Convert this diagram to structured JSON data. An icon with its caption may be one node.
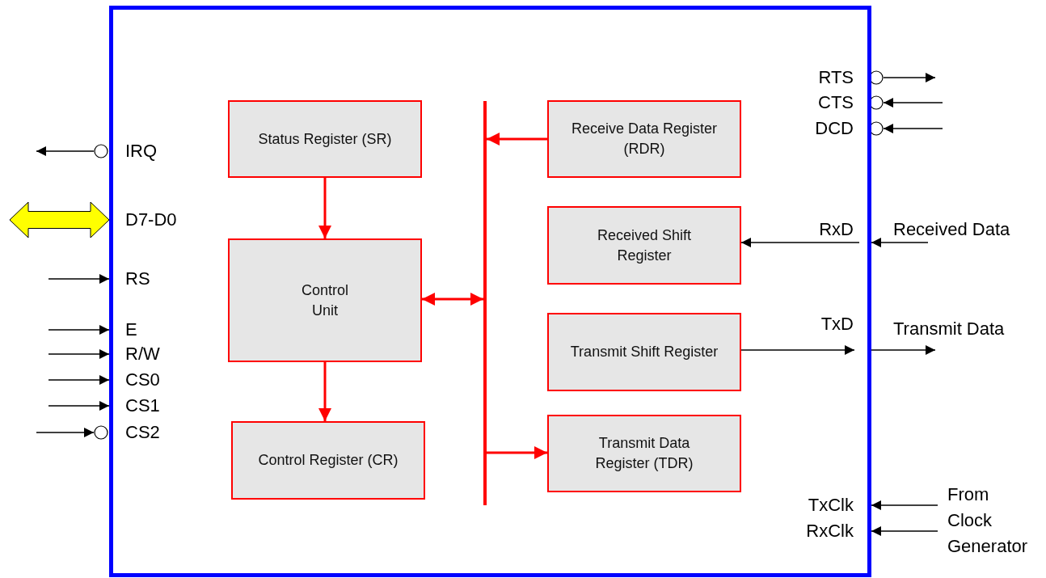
{
  "diagram": {
    "nodes": [
      {
        "text": [],
        "shape": "box"
      },
      {
        "text": [
          "Status Register (SR)"
        ],
        "in": 0
      },
      {
        "text": [
          "Control Unit"
        ],
        "in": 0
      },
      {
        "text": [
          "Control Register (CR)"
        ],
        "in": 0
      },
      {
        "text": [],
        "shape": "bar",
        "in": 0
      },
      {
        "text": [
          "Receive Data Register (RDR)"
        ],
        "in": 0
      },
      {
        "text": [
          "Received Shift Register"
        ],
        "in": 0
      },
      {
        "text": [
          "Transmit Shift Register"
        ],
        "in": 0
      },
      {
        "text": [
          "Transmit Data Register (TDR)"
        ],
        "in": 0
      },
      {
        "text": [
          "IRQ"
        ],
        "in": 0
      },
      {
        "text": [
          "D7-D0"
        ],
        "in": 0
      },
      {
        "text": [
          "RS"
        ],
        "in": 0
      },
      {
        "text": [
          "E"
        ],
        "in": 0
      },
      {
        "text": [
          "R/W"
        ],
        "in": 0
      },
      {
        "text": [
          "CS0"
        ],
        "in": 0
      },
      {
        "text": [
          "CS1"
        ],
        "in": 0
      },
      {
        "text": [
          "CS2"
        ],
        "in": 0
      },
      {
        "text": [
          "RTS"
        ],
        "in": 0
      },
      {
        "text": [
          "CTS"
        ],
        "in": 0
      },
      {
        "text": [
          "DCD"
        ],
        "in": 0
      },
      {
        "text": [
          "RxD"
        ],
        "in": 0
      },
      {
        "text": [
          "TxD"
        ],
        "in": 0
      },
      {
        "text": [
          "TxClk"
        ],
        "in": 0
      },
      {
        "text": [
          "RxClk"
        ],
        "in": 0
      },
      {
        "text": [
          "Received Data"
        ]
      },
      {
        "text": [
          "Transmit Data"
        ]
      },
      {
        "text": [
          "From Clock Generator"
        ]
      }
    ],
    "edges": [
      {
        "from": 5,
        "to": 4,
        "arrow": "to",
        "color": "#ff0000"
      },
      {
        "from": 1,
        "to": 2,
        "arrow": "to",
        "color": "#ff0000"
      },
      {
        "from": 2,
        "to": 3,
        "arrow": "to",
        "color": "#ff0000"
      },
      {
        "from": 2,
        "to": 4,
        "arrow": "both",
        "color": "#ff0000"
      },
      {
        "from": 4,
        "to": 8,
        "arrow": "to",
        "color": "#ff0000"
      },
      {
        "from": 9,
        "to": null,
        "arrow": "to"
      },
      {
        "from": null,
        "to": 10,
        "arrow": "both",
        "style": "thick",
        "color": "#ffff00"
      },
      {
        "from": null,
        "to": 11,
        "arrow": "to"
      },
      {
        "from": null,
        "to": 12,
        "arrow": "to"
      },
      {
        "from": null,
        "to": 13,
        "arrow": "to"
      },
      {
        "from": null,
        "to": 14,
        "arrow": "to"
      },
      {
        "from": null,
        "to": 15,
        "arrow": "to"
      },
      {
        "from": null,
        "to": 16,
        "arrow": "to"
      },
      {
        "from": 17,
        "to": null,
        "arrow": "to"
      },
      {
        "from": null,
        "to": 18,
        "arrow": "to"
      },
      {
        "from": null,
        "to": 19,
        "arrow": "to"
      },
      {
        "from": 24,
        "to": 20,
        "arrow": "to"
      },
      {
        "from": 20,
        "to": 6,
        "arrow": "to"
      },
      {
        "from": 7,
        "to": 21,
        "arrow": "to"
      },
      {
        "from": 21,
        "to": 25,
        "arrow": "to"
      },
      {
        "from": 26,
        "to": 22,
        "arrow": "to"
      },
      {
        "from": 26,
        "to": 23,
        "arrow": "to"
      }
    ]
  }
}
